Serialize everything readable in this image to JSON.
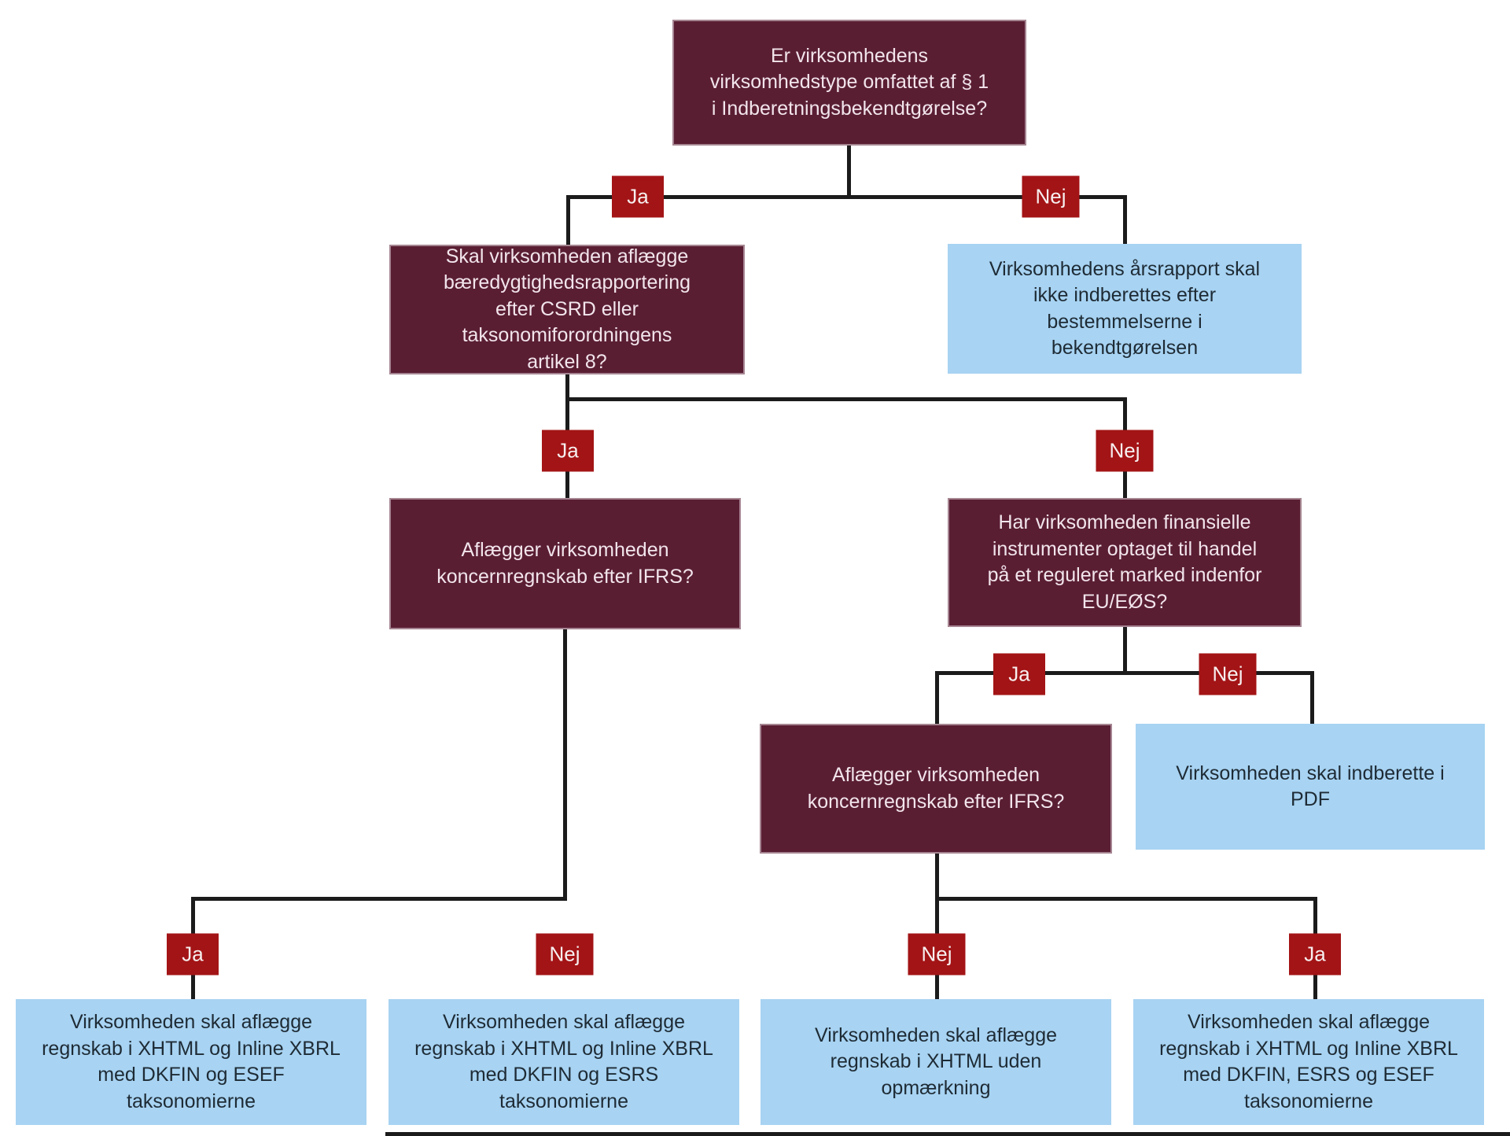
{
  "diagram": {
    "type": "decision-flowchart",
    "language": "da",
    "colors": {
      "question_box": "#5A1E33",
      "outcome_box": "#A8D3F2",
      "edge_label": "#A31416",
      "line": "#1B1B1B",
      "question_text": "#F2E5EB",
      "outcome_text": "#1E2B35"
    },
    "edge_labels": {
      "yes": "Ja",
      "no": "Nej"
    },
    "nodes": {
      "q_scope": {
        "type": "question",
        "text": "Er virksomhedens\nvirksomhedstype omfattet af § 1\ni Indberetningsbekendtgørelse?"
      },
      "q_csrd": {
        "type": "question",
        "text": "Skal virksomheden aflægge\nbæredygtighedsrapportering\nefter CSRD eller\ntaksonomiforordningens\nartikel 8?"
      },
      "o_not_reported": {
        "type": "outcome",
        "text": "Virksomhedens årsrapport skal\nikke indberettes efter\nbestemmelserne i\nbekendtgørelsen"
      },
      "q_ifrs_left": {
        "type": "question",
        "text": "Aflægger virksomheden\nkoncernregnskab efter IFRS?"
      },
      "q_financial": {
        "type": "question",
        "text": "Har virksomheden finansielle\ninstrumenter optaget til handel\npå et reguleret marked indenfor\nEU/EØS?"
      },
      "q_ifrs_right": {
        "type": "question",
        "text": "Aflægger virksomheden\nkoncernregnskab efter IFRS?"
      },
      "o_pdf": {
        "type": "outcome",
        "text": "Virksomheden skal indberette i\nPDF"
      },
      "o_dkfin_esef": {
        "type": "outcome",
        "text": "Virksomheden skal aflægge\nregnskab i XHTML og Inline XBRL\nmed DKFIN og ESEF\ntaksonomierne"
      },
      "o_dkfin_esrs": {
        "type": "outcome",
        "text": "Virksomheden skal aflægge\nregnskab i XHTML og Inline XBRL\nmed DKFIN og ESRS\ntaksonomierne"
      },
      "o_no_markup": {
        "type": "outcome",
        "text": "Virksomheden skal aflægge\nregnskab i XHTML uden\nopmærkning"
      },
      "o_dkfin_esrs_esef": {
        "type": "outcome",
        "text": "Virksomheden skal aflægge\nregnskab i XHTML og Inline XBRL\nmed DKFIN, ESRS og ESEF\ntaksonomierne"
      }
    }
  }
}
